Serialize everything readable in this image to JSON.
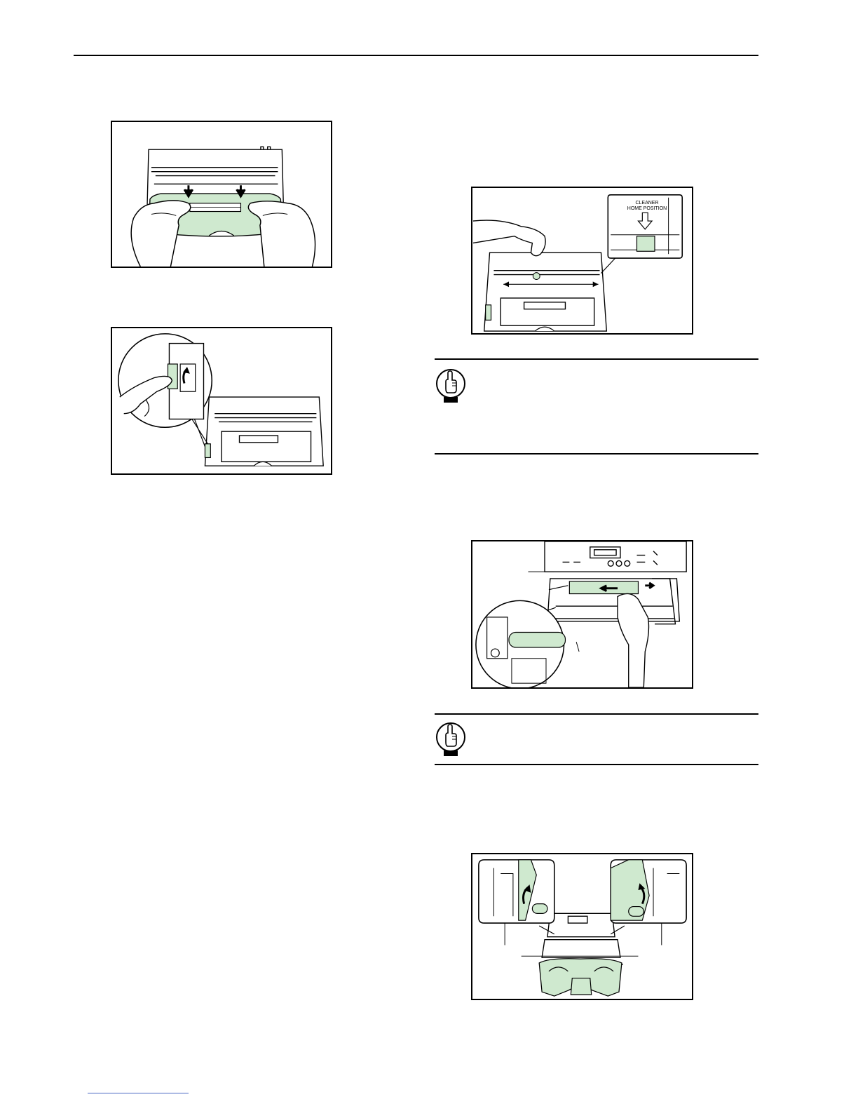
{
  "colors": {
    "accent_green": "#cfe9cf",
    "line": "#000000",
    "footer_rule": "#4a67c4"
  },
  "figures": [
    {
      "name": "figure-hands-pressing-levers",
      "icon": "printer-hands-icon"
    },
    {
      "name": "figure-lever-closeup",
      "icon": "lever-arrow-icon"
    },
    {
      "name": "figure-cleaner-home-position",
      "icon": "cleaner-slide-icon",
      "callout_line1": "CLEANER",
      "callout_line2": "HOME POSITION"
    },
    {
      "name": "figure-charger-cleaning",
      "icon": "charger-roller-icon"
    },
    {
      "name": "figure-drum-install",
      "icon": "drum-unit-icon"
    }
  ],
  "notes": [
    {
      "name": "important-note-1",
      "icon": "pointing-hand-icon"
    },
    {
      "name": "important-note-2",
      "icon": "pointing-hand-icon"
    }
  ]
}
